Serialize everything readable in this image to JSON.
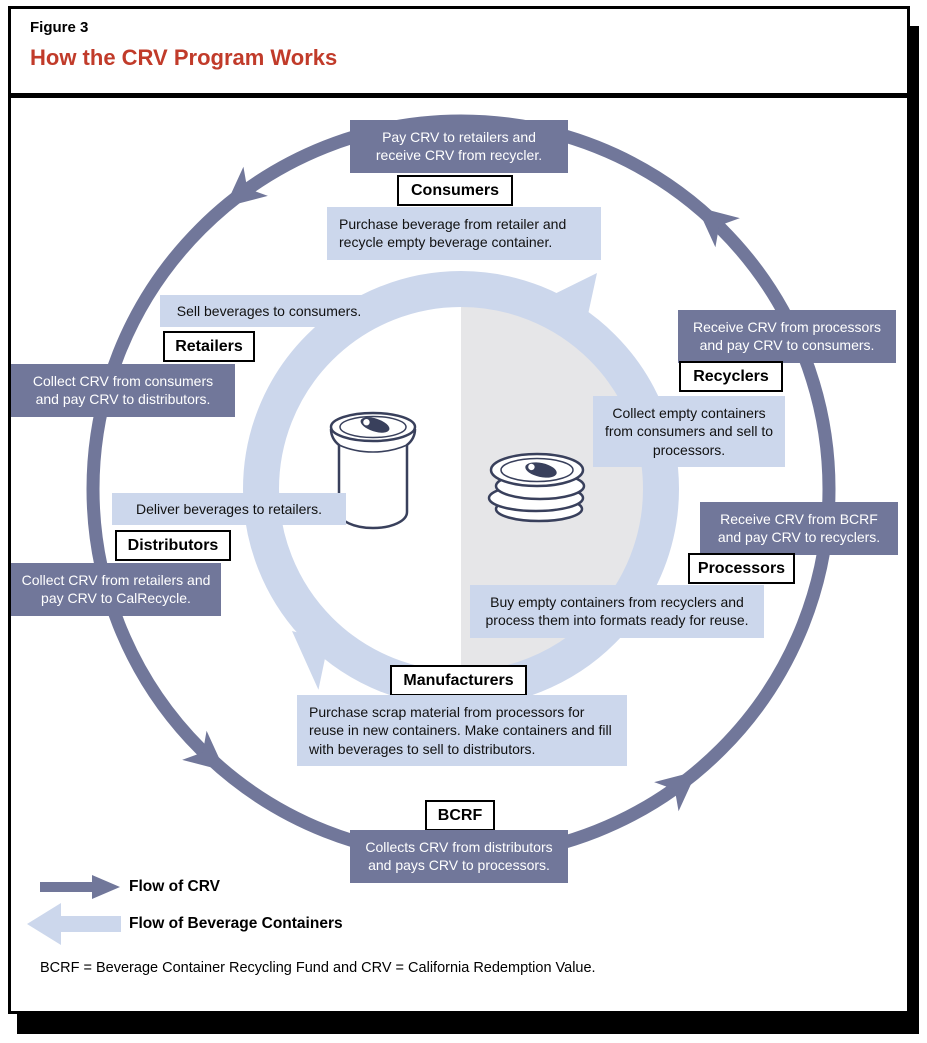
{
  "figure_label": "Figure 3",
  "title": "How the CRV Program Works",
  "nodes": {
    "consumers": {
      "label": "Consumers",
      "crv": "Pay CRV to retailers and receive CRV from recycler.",
      "containers": "Purchase beverage from retailer and recycle empty beverage container."
    },
    "retailers": {
      "label": "Retailers",
      "containers": "Sell beverages to consumers.",
      "crv": "Collect CRV from consumers and pay CRV to distributors."
    },
    "recyclers": {
      "label": "Recyclers",
      "crv": "Receive CRV from processors and pay CRV to consumers.",
      "containers": "Collect empty containers from consumers and sell to processors."
    },
    "distributors": {
      "label": "Distributors",
      "containers": "Deliver beverages to retailers.",
      "crv": "Collect CRV from retailers and pay CRV to CalRecycle."
    },
    "processors": {
      "label": "Processors",
      "crv": "Receive CRV from BCRF and pay CRV to recyclers.",
      "containers": "Buy empty containers from recyclers and process them into formats ready for reuse."
    },
    "manufacturers": {
      "label": "Manufacturers",
      "containers": "Purchase scrap material from processors for reuse in new containers. Make containers and fill with beverages to sell to distributors."
    },
    "bcrf": {
      "label": "BCRF",
      "crv": "Collects CRV from distributors and pays CRV to processors."
    }
  },
  "legend": {
    "crv_label": "Flow of CRV",
    "containers_label": "Flow of Beverage Containers"
  },
  "footnote": "BCRF = Beverage Container Recycling Fund and CRV = California Redemption Value.",
  "colors": {
    "crv_flow": "#71779a",
    "containers_flow": "#ccd7ec",
    "title_red": "#c13b2a",
    "center_disc_gray": "#e6e6e8"
  }
}
